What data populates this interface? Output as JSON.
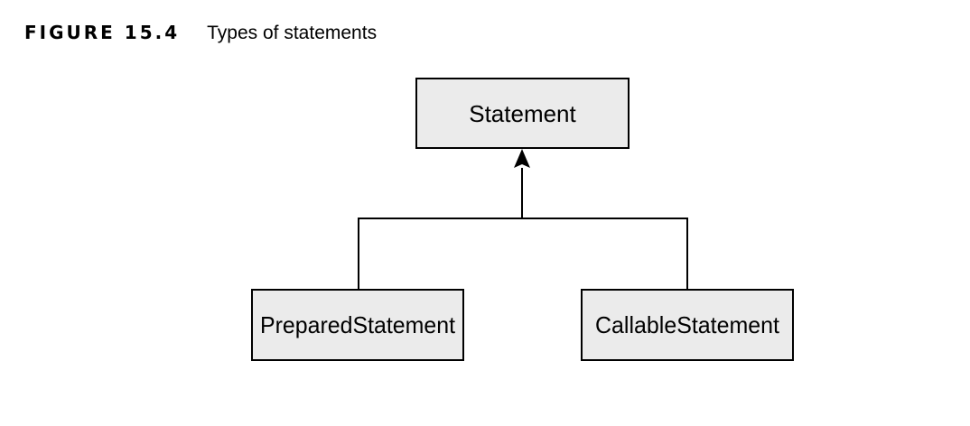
{
  "caption": {
    "label": "FIGURE 15.4",
    "title": "Types of statements"
  },
  "diagram": {
    "type": "inheritance-tree",
    "nodes": {
      "parent": "Statement",
      "child_left": "PreparedStatement",
      "child_right": "CallableStatement"
    },
    "edges": [
      {
        "from": "child_left",
        "to": "parent"
      },
      {
        "from": "child_right",
        "to": "parent"
      }
    ],
    "colors": {
      "box_fill": "#ebebeb",
      "stroke": "#000000"
    }
  }
}
